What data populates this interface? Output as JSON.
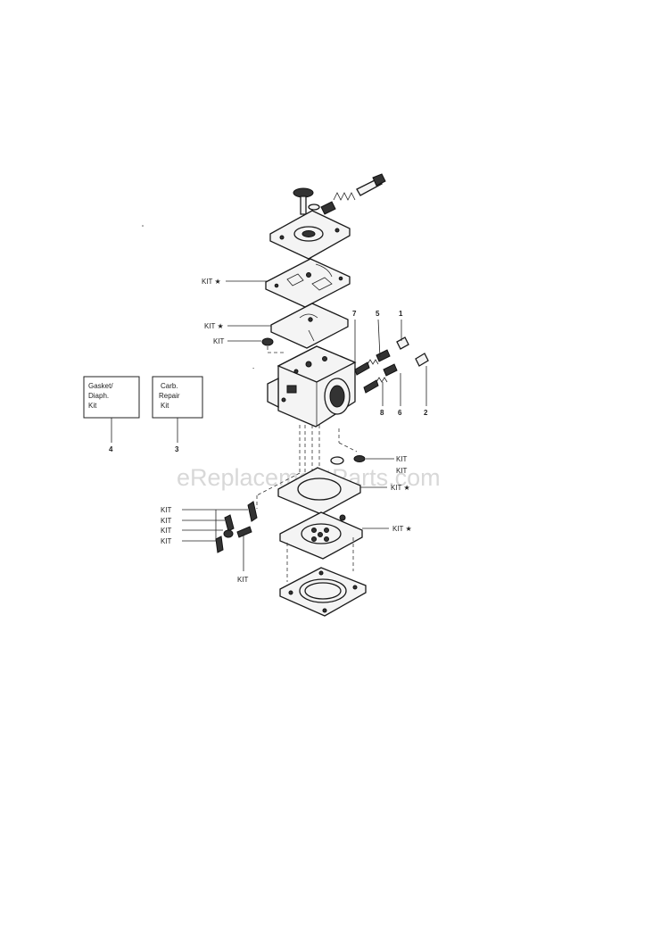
{
  "watermark": "eReplacementParts.com",
  "boxes": [
    {
      "lines": [
        "Gasket/",
        "Diaph.",
        "Kit"
      ],
      "number": "4"
    },
    {
      "lines": [
        "Carb.",
        "Repair",
        "Kit"
      ],
      "number": "3"
    }
  ],
  "labels": {
    "kit_star": "KIT ★",
    "kit": "KIT"
  },
  "callouts": {
    "n7": "7",
    "n5": "5",
    "n1": "1",
    "n8": "8",
    "n6": "6",
    "n2": "2"
  }
}
